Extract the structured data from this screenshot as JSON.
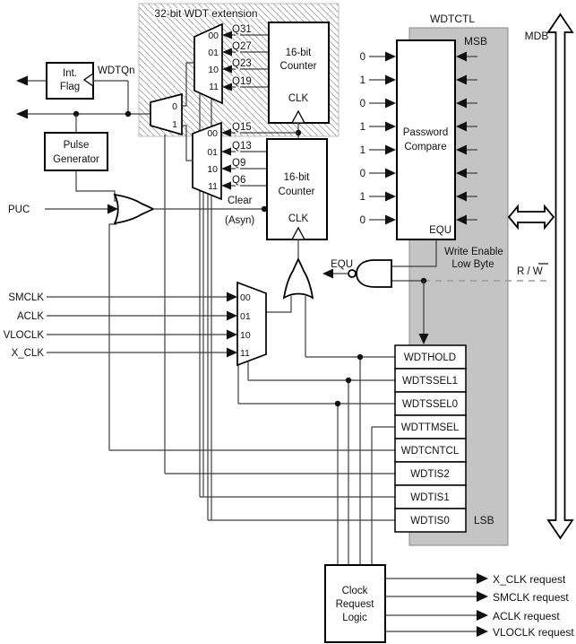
{
  "diagram": {
    "title": "32-bit WDT extension",
    "wdtctl": "WDTCTL",
    "msb": "MSB",
    "lsb": "LSB",
    "mdb": "MDB",
    "rw": "R / W",
    "wdtqn": "WDTQn",
    "puc": "PUC",
    "equ_gate": "EQU",
    "equ_pc": "EQU",
    "clear_line1": "Clear",
    "clear_line2": "(Asyn)",
    "write_enable_line1": "Write Enable",
    "write_enable_line2": "Low Byte",
    "int_flag": {
      "line1": "Int.",
      "line2": "Flag"
    },
    "pulse_gen": {
      "line1": "Pulse",
      "line2": "Generator"
    },
    "counter": {
      "line1": "16-bit",
      "line2": "Counter",
      "clk": "CLK"
    },
    "password": {
      "line1": "Password",
      "line2": "Compare"
    },
    "clock_request_logic": {
      "line1": "Clock",
      "line2": "Request",
      "line3": "Logic"
    },
    "mux_sel": [
      "00",
      "01",
      "10",
      "11"
    ],
    "mux01": [
      "0",
      "1"
    ],
    "taps32": [
      "Q31",
      "Q27",
      "Q23",
      "Q19"
    ],
    "taps16": [
      "Q15",
      "Q13",
      "Q9",
      "Q6"
    ],
    "clocks": [
      "SMCLK",
      "ACLK",
      "VLOCLK",
      "X_CLK"
    ],
    "password_bits": [
      "0",
      "1",
      "0",
      "1",
      "1",
      "0",
      "1",
      "0"
    ],
    "registers": [
      "WDTHOLD",
      "WDTSSEL1",
      "WDTSSEL0",
      "WDTTMSEL",
      "WDTCNTCL",
      "WDTIS2",
      "WDTIS1",
      "WDTIS0"
    ],
    "requests": [
      "X_CLK request",
      "SMCLK request",
      "ACLK request",
      "VLOCLK request"
    ],
    "colors": {
      "gray_box": "#c4c4c4",
      "line": "#3d3d3d",
      "hatch": "#9a9a9a"
    }
  }
}
